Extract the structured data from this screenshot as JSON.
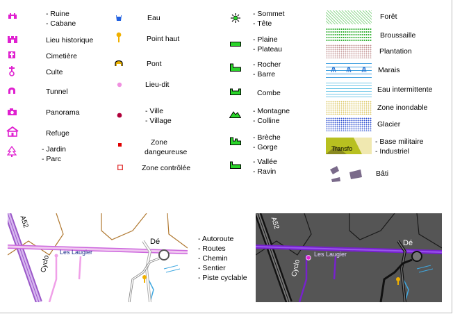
{
  "col1": [
    {
      "lines": [
        "- Ruine",
        "- Cabane"
      ],
      "icon": "ruin-icon"
    },
    {
      "lines": [
        "Lieu historique"
      ],
      "icon": "historic-site-icon"
    },
    {
      "lines": [
        "Cimetière"
      ],
      "icon": "cemetery-icon"
    },
    {
      "lines": [
        "Culte"
      ],
      "icon": "worship-icon"
    },
    {
      "lines": [
        "Tunnel"
      ],
      "icon": "tunnel-icon"
    },
    {
      "lines": [
        "Panorama"
      ],
      "icon": "panorama-icon"
    },
    {
      "lines": [
        "Refuge"
      ],
      "icon": "refuge-icon"
    },
    {
      "lines": [
        "- Jardin",
        "- Parc"
      ],
      "icon": "garden-icon"
    }
  ],
  "col2": [
    {
      "lines": [
        "Eau"
      ],
      "icon": "water-icon"
    },
    {
      "lines": [
        "Point haut"
      ],
      "icon": "high-point-icon"
    },
    {
      "lines": [
        "Pont"
      ],
      "icon": "bridge-icon"
    },
    {
      "lines": [
        "Lieu-dit"
      ],
      "icon": "locality-icon"
    },
    {
      "lines": [
        "- Ville",
        "- Village"
      ],
      "icon": "town-icon"
    },
    {
      "lines": [
        "Zone",
        "dangeureuse"
      ],
      "icon": "danger-zone-icon"
    },
    {
      "lines": [
        "Zone contrôlée"
      ],
      "icon": "controlled-zone-icon"
    }
  ],
  "col3": [
    {
      "lines": [
        "- Sommet",
        "- Tête"
      ],
      "icon": "summit-icon"
    },
    {
      "lines": [
        "- Plaine",
        "- Plateau"
      ],
      "icon": "plain-icon"
    },
    {
      "lines": [
        "- Rocher",
        "- Barre"
      ],
      "icon": "rock-icon"
    },
    {
      "lines": [
        "Combe"
      ],
      "icon": "combe-icon"
    },
    {
      "lines": [
        "- Montagne",
        "- Colline"
      ],
      "icon": "mountain-icon"
    },
    {
      "lines": [
        "- Brèche",
        "- Gorge"
      ],
      "icon": "gap-icon"
    },
    {
      "lines": [
        "- Vallée",
        "- Ravin"
      ],
      "icon": "valley-icon"
    }
  ],
  "col4": [
    {
      "lines": [
        "Forêt"
      ],
      "icon": "forest-swatch"
    },
    {
      "lines": [
        "Broussaille"
      ],
      "icon": "scrub-swatch"
    },
    {
      "lines": [
        "Plantation"
      ],
      "icon": "plantation-swatch"
    },
    {
      "lines": [
        "Marais"
      ],
      "icon": "marsh-swatch"
    },
    {
      "lines": [
        "Eau intermittente"
      ],
      "icon": "intermittent-water-swatch"
    },
    {
      "lines": [
        "Zone inondable"
      ],
      "icon": "flood-zone-swatch"
    },
    {
      "lines": [
        "Glacier"
      ],
      "icon": "glacier-swatch"
    },
    {
      "lines": [
        "- Base militaire",
        "- Industriel"
      ],
      "icon": "military-industrial-swatch"
    },
    {
      "lines": [
        "Bâti"
      ],
      "icon": "buildings-swatch"
    }
  ],
  "maps": {
    "road_ref": "A52",
    "locality": "Les Laugier",
    "place": "Dé",
    "cycle": "Cyclo",
    "swatch_text": "Transfo"
  },
  "roads_legend": [
    "- Autoroute",
    "- Routes",
    "- Chemin",
    "- Sentier",
    "- Piste cyclable"
  ],
  "colors": {
    "magenta": "#e020d0",
    "green": "#2ad42a",
    "dark_red": "#b0003a",
    "motorway_light": "#cc99ee",
    "road_light": "#cc66dd",
    "path_brown": "#b07830",
    "water_blue": "#40a8e0",
    "dark_map_bg": "#555555",
    "road_dark": "#7722cc"
  }
}
